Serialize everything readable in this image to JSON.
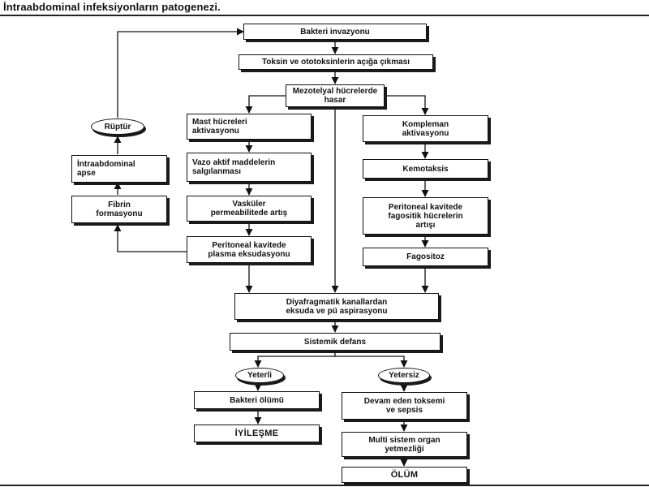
{
  "title": "İntraabdominal infeksiyonların patogenezi.",
  "nodes": {
    "bakteri_invazyonu": "Bakteri invazyonu",
    "toksin": "Toksin ve ototoksinlerin açığa çıkması",
    "mezotelyal": "Mezotelyal hücrelerde\nhasar",
    "mast": "Mast hücreleri\naktivasyonu",
    "vazo": "Vazo aktif maddelerin\nsalgılanması",
    "vaskuler": "Vasküler\npermeabilitede artış",
    "periton_plazma": "Peritoneal kavitede\nplasma eksudasyonu",
    "fibrin": "Fibrin\nformasyonu",
    "apse": "İntraabdominal\napse",
    "ruptur": "Rüptür",
    "kompleman": "Kompleman\naktivasyonu",
    "kemotaksis": "Kemotaksis",
    "fagositik": "Peritoneal kavitede\nfagositik hücrelerin\nartışı",
    "fagositoz": "Fagositoz",
    "diyafragmatik": "Diyafragmatik kanallardan\neksuda ve pü aspirasyonu",
    "sistemik": "Sistemik defans",
    "yeterli": "Yeterli",
    "yetersiz": "Yetersiz",
    "bakteri_olumu": "Bakteri ölümü",
    "iyilesme": "İYİLEŞME",
    "toksemi": "Devam eden toksemi\nve sepsis",
    "multi": "Multi sistem organ\nyetmezliği",
    "olum": "ÖLÜM"
  }
}
